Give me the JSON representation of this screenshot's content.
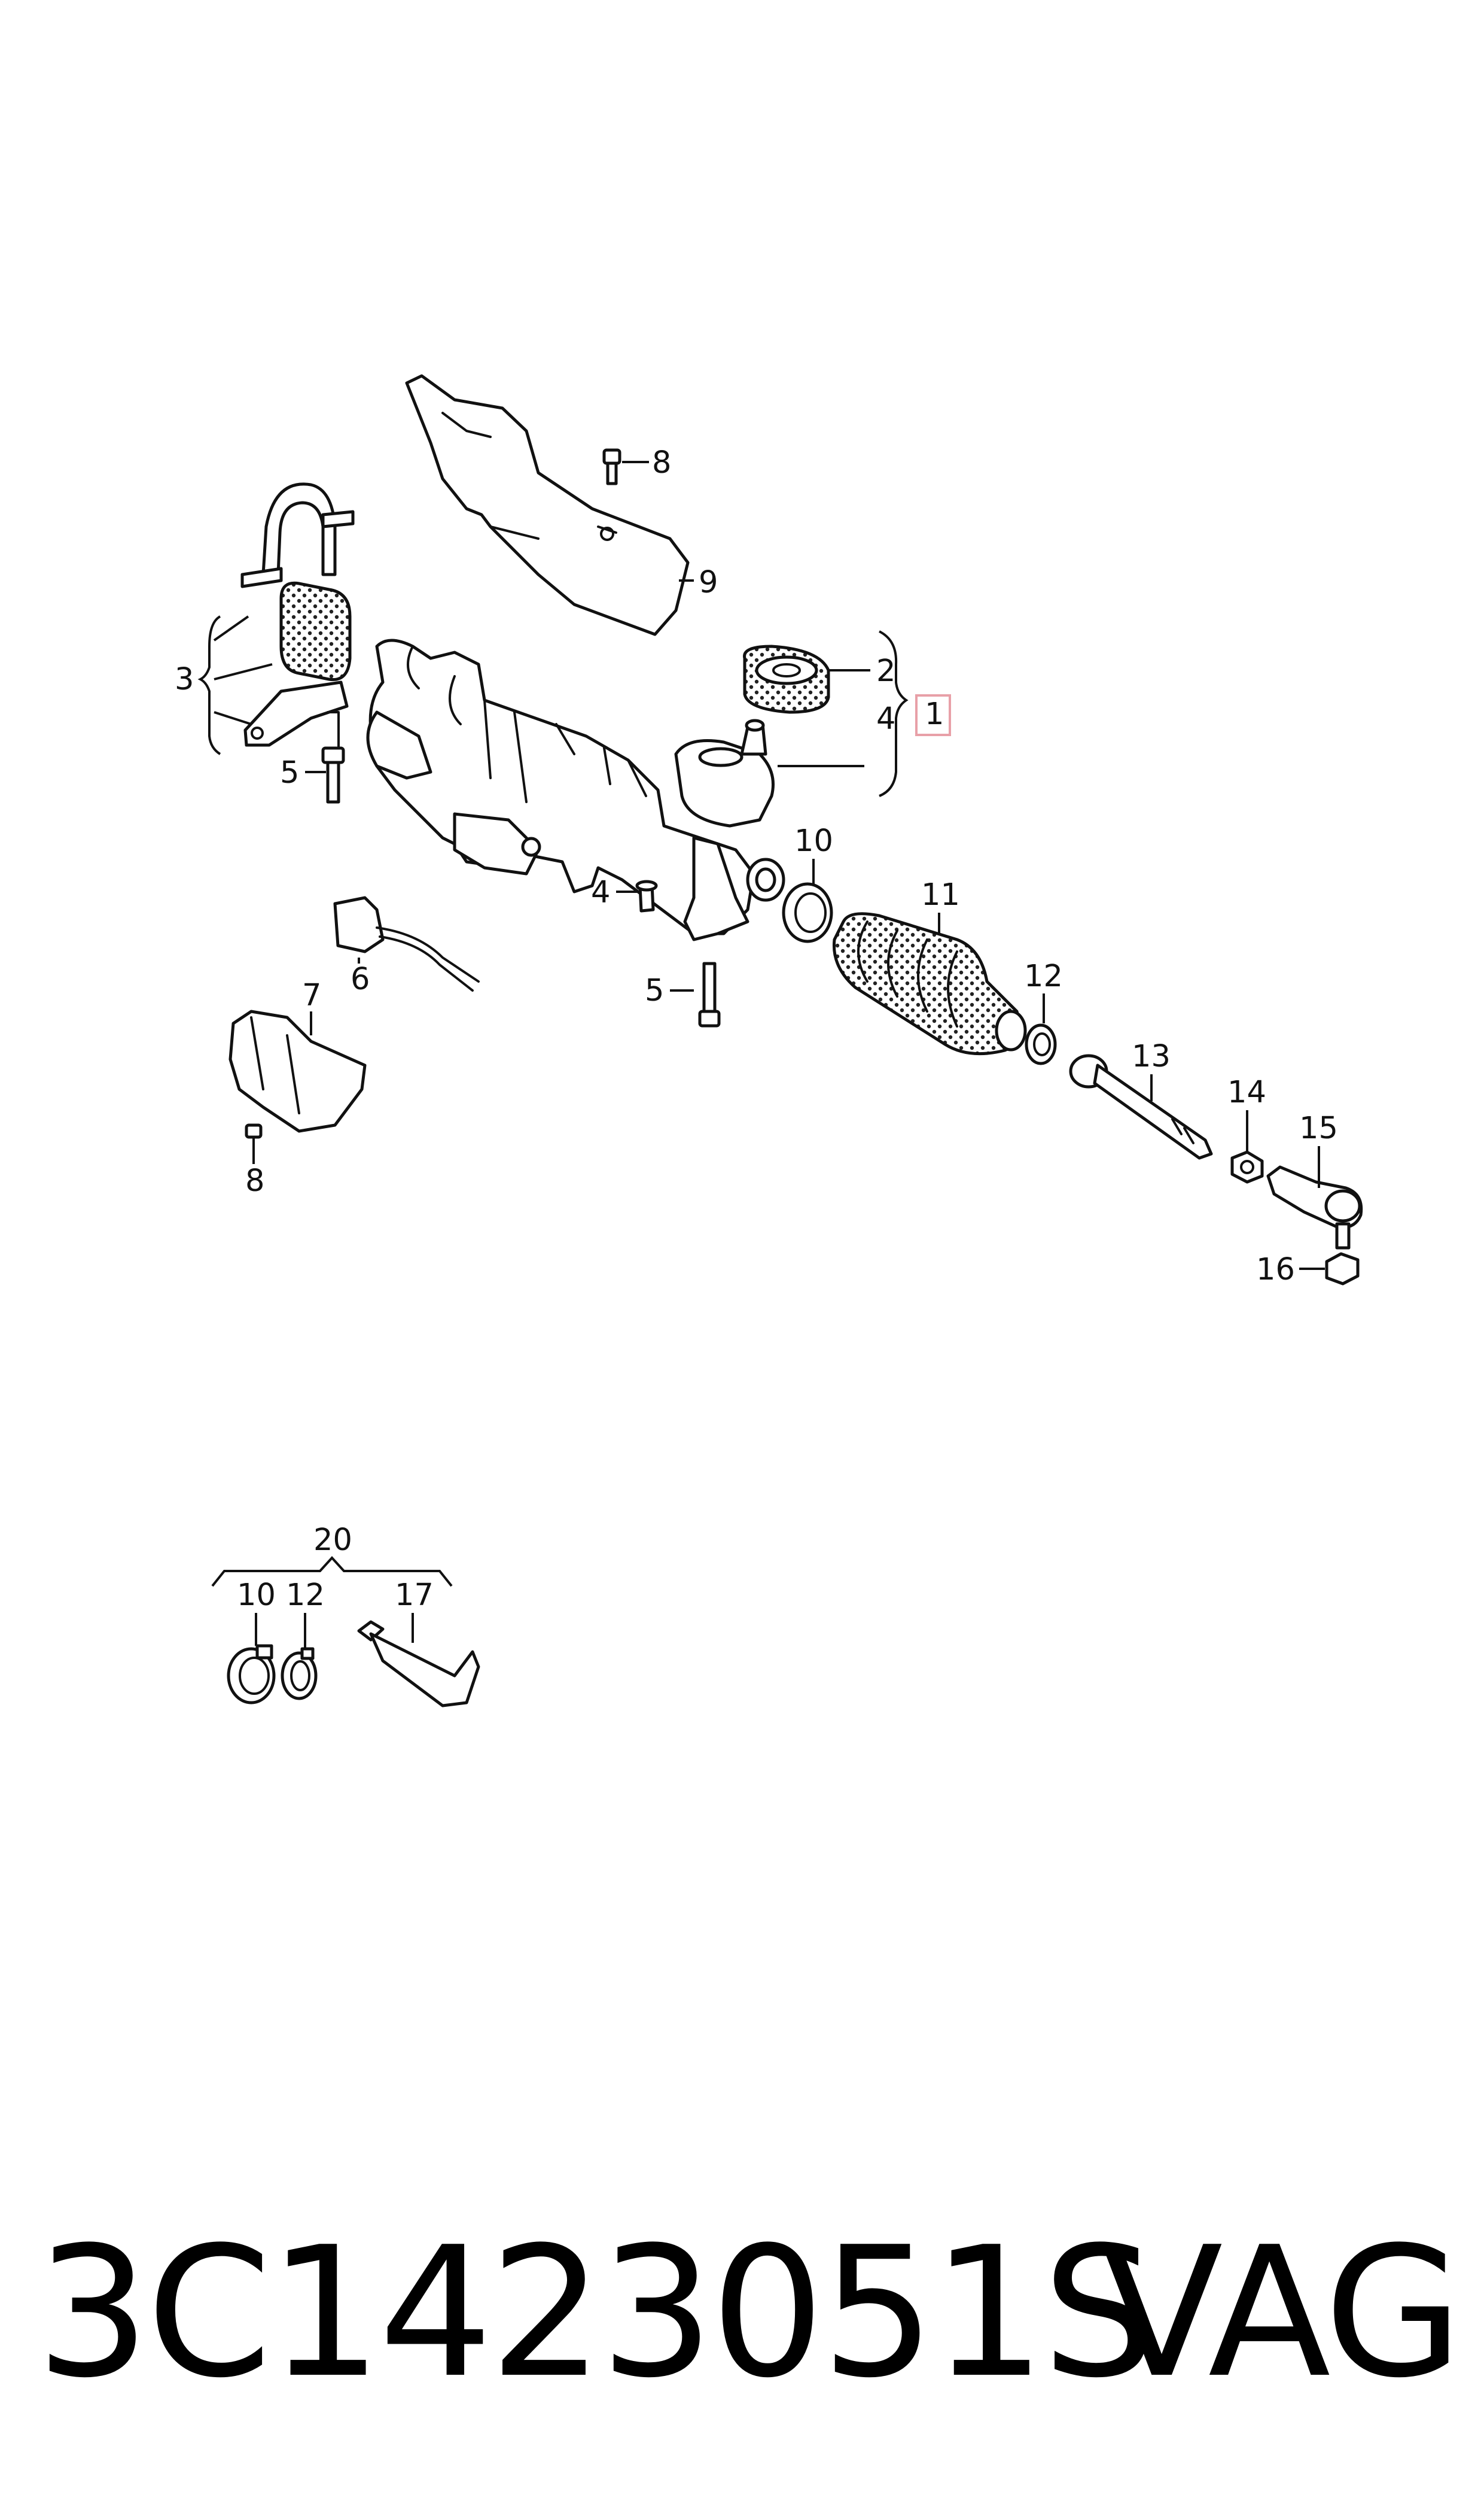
{
  "callouts": {
    "c1": "1",
    "c2": "2",
    "c3": "3",
    "c4a": "4",
    "c4b": "4",
    "c5a": "5",
    "c5b": "5",
    "c6": "6",
    "c7": "7",
    "c8a": "8",
    "c8b": "8",
    "c9": "9",
    "c10": "10",
    "c11": "11",
    "c12": "12",
    "c13": "13",
    "c14": "14",
    "c15": "15",
    "c16": "16",
    "c20": "20",
    "kit10": "10",
    "kit12": "12",
    "kit17": "17"
  },
  "highlight_color": "#e8a0a8",
  "footer": {
    "part_number": "3C1423051S",
    "brand": "VAG"
  }
}
